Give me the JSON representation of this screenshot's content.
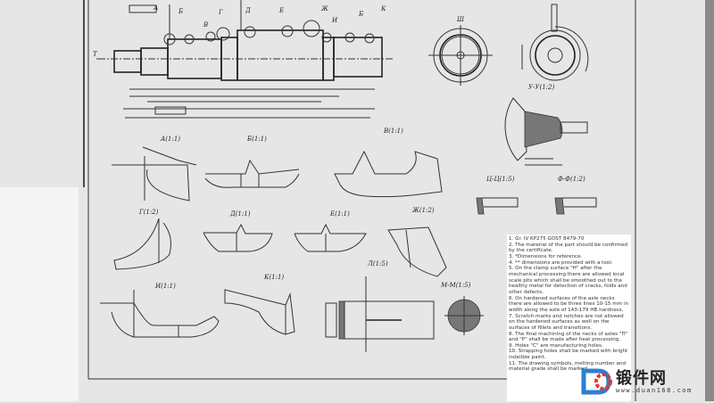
{
  "drawing": {
    "main_view_label": "Т",
    "top_callouts": [
      "А",
      "Б",
      "В",
      "Г",
      "Д",
      "Е",
      "Ж",
      "И",
      "Б",
      "К"
    ],
    "views": {
      "sh": "Ш",
      "u_u": "У-У(1:2)",
      "ts_ts": "Ц-Ц(1:5)",
      "f_f": "Ф-Ф(1:2)",
      "a": "А(1:1)",
      "b": "Б(1:1)",
      "v": "В(1:1)",
      "g": "Г(1:2)",
      "d": "Д(1:1)",
      "e": "Е(1:1)",
      "zh": "Ж(1:2)",
      "i": "И(1:1)",
      "k": "К(1:1)",
      "l": "Л(1:5)",
      "m_m": "М-М(1:5)"
    }
  },
  "notes": [
    "1. Gr. IV KP275 GOST 8479-70",
    "2. The material of the part should be confirmed by the certificate.",
    "3. *Dimensions for reference.",
    "4. ** dimensions are provided with a tool.",
    "5. On the clamp surface \"H\" after the mechanical processing there are allowed local scale pits which shall be smoothed out to the healthy metal for detection of cracks, folds and other defects.",
    "6. On hardened surfaces of the axle necks there are allowed to be three lines 10-15 mm in width along the axle of 143-179 HB hardness.",
    "7. Scratch marks and notches are not allowed on the hardened surfaces as well on the surfaces of fillets and transitions.",
    "8. The final machining of the necks of axles \"П\" and \"P\" shall be made after heat processing.",
    "9. Holes \"C\" are manufacturing holes.",
    "10. Strapping holes shall be marked with bright indelible paint.",
    "11. The drawing symbols, melting number and material grade shall be marked"
  ],
  "watermark": {
    "name": "锻件网",
    "url": "www.duan168.com"
  }
}
